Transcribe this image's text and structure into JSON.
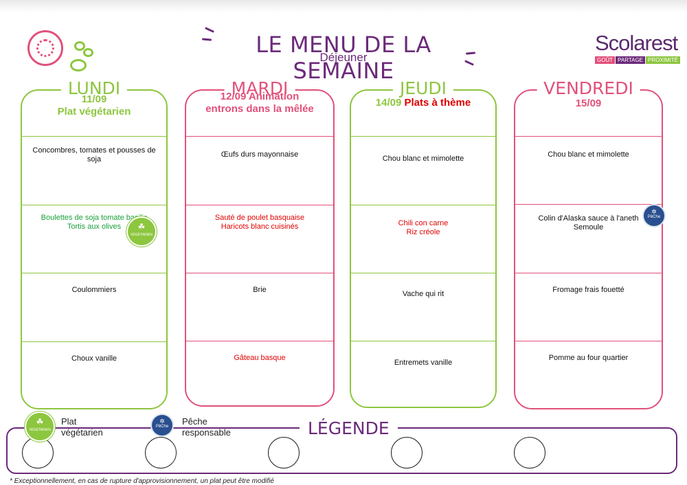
{
  "header": {
    "title": "LE MENU DE LA SEMAINE",
    "subtitle": "Déjeuner"
  },
  "brand": {
    "name": "Scolarest",
    "tagline": [
      "Goût",
      "Partage",
      "Proximité"
    ],
    "tag_colors": [
      "#e2507a",
      "#6b2a7a",
      "#8dc63f"
    ]
  },
  "colors": {
    "purple": "#6b2a7a",
    "green": "#8dc63f",
    "pink": "#e2507a",
    "red": "#e00000",
    "veg_text": "#1aa13a"
  },
  "days": [
    {
      "name": "LUNDI",
      "header": "11/09\nPlat végétarien",
      "items": [
        "Concombres, tomates et pousses de soja",
        "Boulettes de soja tomate basilic\nTortis aux olives",
        "Coulommiers",
        "Choux vanille"
      ]
    },
    {
      "name": "MARDI",
      "header": "12/09 Animation\nentrons dans la mêlée",
      "items": [
        "Œufs durs mayonnaise",
        "Sauté de poulet basquaise\nHaricots blanc cuisinés",
        "Brie",
        "Gâteau basque"
      ]
    },
    {
      "name": "JEUDI",
      "header_date": "14/09",
      "header_note": "Plats à thème",
      "items": [
        "Chou blanc et mimolette",
        "Chili con carne\nRiz créole",
        "Vache qui rit",
        "Entremets vanille"
      ]
    },
    {
      "name": "VENDREDI",
      "header": "15/09",
      "items": [
        "Chou blanc et mimolette",
        "Colin d'Alaska sauce à l'aneth\nSemoule",
        "Fromage frais fouetté",
        "Pomme au four quartier"
      ]
    }
  ],
  "badges": {
    "veg": "VÉGÉTARIEN",
    "fish": "PêChe"
  },
  "legend": {
    "title": "LÉGENDE",
    "veg_label": "Plat\nvégétarien",
    "fish_label": "Pêche\nresponsable"
  },
  "footnote": "* Exceptionnellement, en cas de rupture d'approvisionnement, un plat peut être modifié"
}
